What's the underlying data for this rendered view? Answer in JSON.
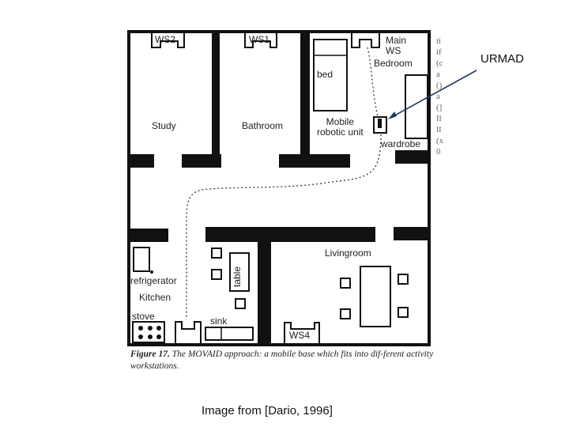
{
  "figure": {
    "rooms": {
      "study": "Study",
      "bathroom": "Bathroom",
      "bedroom": "Bedroom",
      "kitchen": "Kitchen",
      "livingroom": "Livingroom"
    },
    "workstations": {
      "ws2": "WS2",
      "ws1": "WS1",
      "main_ws": "Main\nWS",
      "ws4": "WS4"
    },
    "objects": {
      "bed": "bed",
      "mobile_unit": "Mobile\nrobotic unit",
      "wardrobe": "wardrobe",
      "refrigerator": "refrigerator",
      "stove": "stove",
      "sink": "sink",
      "table": "table"
    },
    "caption": {
      "figure_label": "Figure 17.",
      "text": "The MOVAID approach: a mobile base which fits into dif-ferent activity workstations."
    },
    "margin_letters": "tiif(ca()a(]IllI(x0"
  },
  "annotation": {
    "label": "URMAD",
    "arrow_color": "#1f3a5f"
  },
  "credit": "Image from [Dario, 1996]"
}
